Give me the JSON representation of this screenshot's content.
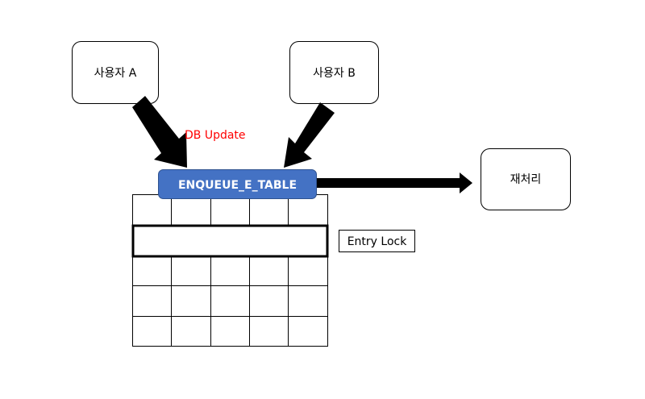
{
  "diagram": {
    "user_a_label": "사용자 A",
    "user_b_label": "사용자 B",
    "db_update_label": "DB Update",
    "table_label": "ENQUEUE_E_TABLE",
    "reprocess_label": "재처리",
    "entry_lock_label": "Entry Lock"
  },
  "colors": {
    "table_header_fill": "#4472c4",
    "table_header_stroke": "#2f528f",
    "db_update_text": "#ff0000",
    "arrow": "#000000",
    "box_stroke": "#000000"
  }
}
